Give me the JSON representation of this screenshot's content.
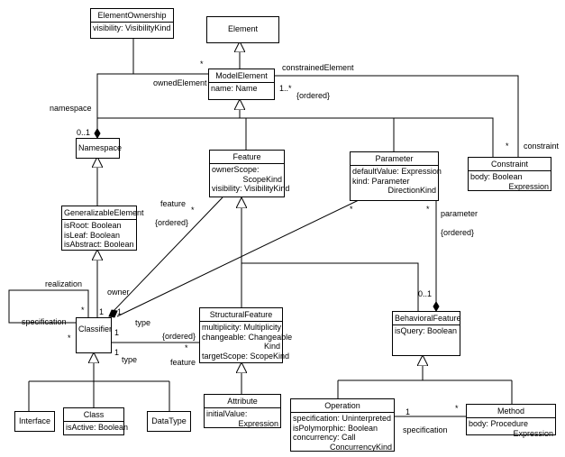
{
  "classes": {
    "element_ownership": {
      "name": "ElementOwnership",
      "attrs": [
        "visibility: VisibilityKind"
      ]
    },
    "element": {
      "name": "Element"
    },
    "model_element": {
      "name": "ModelElement",
      "attrs": [
        "name: Name"
      ]
    },
    "namespace": {
      "name": "Namespace"
    },
    "feature": {
      "name": "Feature",
      "attrs": [
        "ownerScope:",
        "ScopeKind",
        "visibility: VisibilityKind"
      ]
    },
    "parameter": {
      "name": "Parameter",
      "attrs": [
        "defaultValue: Expression",
        "kind: Parameter",
        "DirectionKind"
      ]
    },
    "constraint": {
      "name": "Constraint",
      "attrs": [
        "body: Boolean",
        "Expression"
      ]
    },
    "generalizable_element": {
      "name": "GeneralizableElement",
      "attrs": [
        "isRoot: Boolean",
        "isLeaf: Boolean",
        "isAbstract: Boolean"
      ]
    },
    "classifier": {
      "name": "Classifier"
    },
    "structural_feature": {
      "name": "StructuralFeature",
      "attrs": [
        "multiplicity: Multiplicity",
        "changeable: Changeable",
        "Kind",
        "targetScope: ScopeKind"
      ]
    },
    "behavioral_feature": {
      "name": "BehavioralFeature",
      "attrs": [
        "isQuery: Boolean"
      ]
    },
    "attribute": {
      "name": "Attribute",
      "attrs": [
        "initialValue:",
        "Expression"
      ]
    },
    "interface": {
      "name": "Interface"
    },
    "class": {
      "name": "Class",
      "attrs": [
        "isActive: Boolean"
      ]
    },
    "data_type": {
      "name": "DataType"
    },
    "operation": {
      "name": "Operation",
      "attrs": [
        "specification: Uninterpreted",
        "isPolymorphic: Boolean",
        "concurrency: Call",
        "ConcurrencyKind"
      ]
    },
    "method": {
      "name": "Method",
      "attrs": [
        "body: Procedure",
        "Expression"
      ]
    }
  },
  "labels": {
    "star": "*",
    "owned_element": "ownedElement",
    "constrained_element": "constrainedElement",
    "one_many": "1..*",
    "ordered": "{ordered}",
    "namespace": "namespace",
    "zero_one": "0..1",
    "constraint": "constraint",
    "feature": "feature",
    "one": "1",
    "parameter": "parameter",
    "realization": "realization",
    "owner": "owner",
    "specification": "specification",
    "type": "type"
  }
}
